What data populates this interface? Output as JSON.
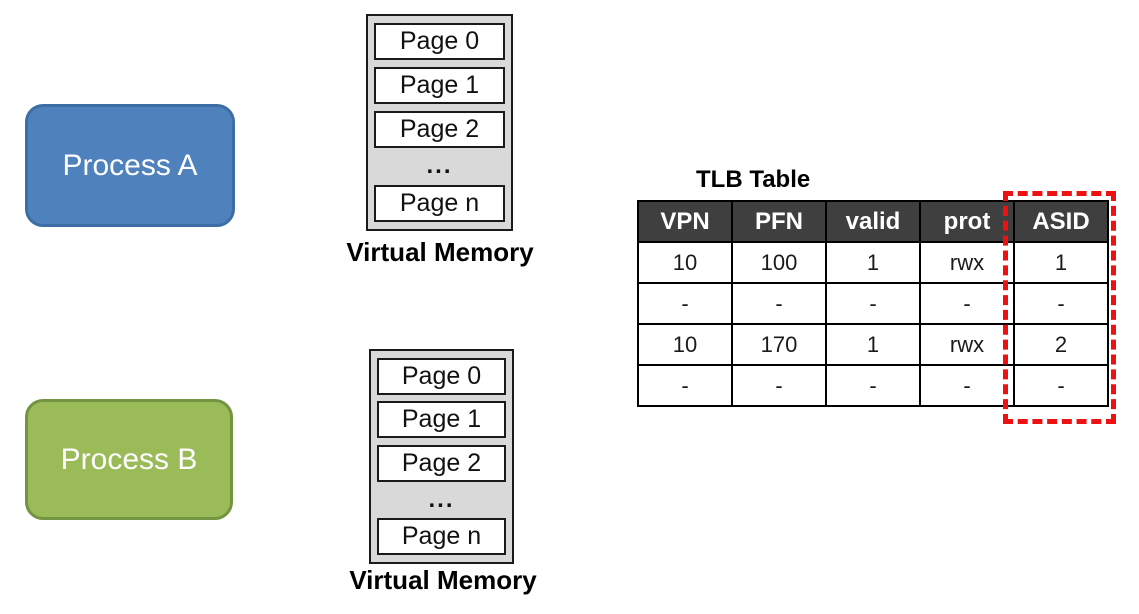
{
  "processes": [
    {
      "label": "Process A",
      "fill": "#4f81bd",
      "border": "#3d6da5"
    },
    {
      "label": "Process B",
      "fill": "#9bbb59",
      "border": "#739440"
    }
  ],
  "memory_stacks": [
    {
      "label": "Virtual Memory",
      "pages": [
        "Page 0",
        "Page 1",
        "Page 2",
        "...",
        "Page n"
      ]
    },
    {
      "label": "Virtual Memory",
      "pages": [
        "Page 0",
        "Page 1",
        "Page 2",
        "...",
        "Page n"
      ]
    }
  ],
  "tlb": {
    "title": "TLB Table",
    "columns": [
      "VPN",
      "PFN",
      "valid",
      "prot",
      "ASID"
    ],
    "rows": [
      [
        "10",
        "100",
        "1",
        "rwx",
        "1"
      ],
      [
        "-",
        "-",
        "-",
        "-",
        "-"
      ],
      [
        "10",
        "170",
        "1",
        "rwx",
        "2"
      ],
      [
        "-",
        "-",
        "-",
        "-",
        "-"
      ]
    ],
    "highlighted_column": "ASID",
    "colors": {
      "header_bg": "#3f3f3f",
      "header_text": "#ffffff",
      "highlight_dashed": "#ee1111",
      "stack_bg": "#d9d9d9"
    }
  }
}
